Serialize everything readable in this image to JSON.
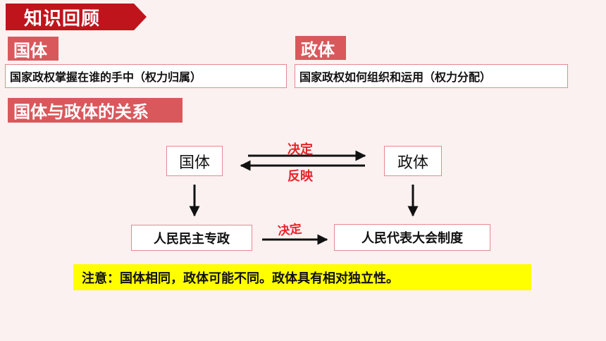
{
  "header": {
    "title": "知识回顾"
  },
  "tags": {
    "guoti": "国体",
    "zhengti": "政体",
    "relation": "国体与政体的关系"
  },
  "definitions": {
    "guoti": "国家政权掌握在谁的手中（权力归属）",
    "zhengti": "国家政权如何组织和运用（权力分配）"
  },
  "diagram": {
    "nodes": {
      "guoti": "国体",
      "zhengti": "政体",
      "dictatorship": "人民民主专政",
      "npc": "人民代表大会制度"
    },
    "labels": {
      "decide_top": "决定",
      "reflect": "反映",
      "decide_bottom": "决定"
    }
  },
  "note": "注意：国体相同，政体可能不同。政体具有相对独立性。",
  "colors": {
    "ribbon": "#c0141c",
    "tag": "#d9585c",
    "label_red": "#e8232a",
    "note_bg": "#ffff00"
  }
}
